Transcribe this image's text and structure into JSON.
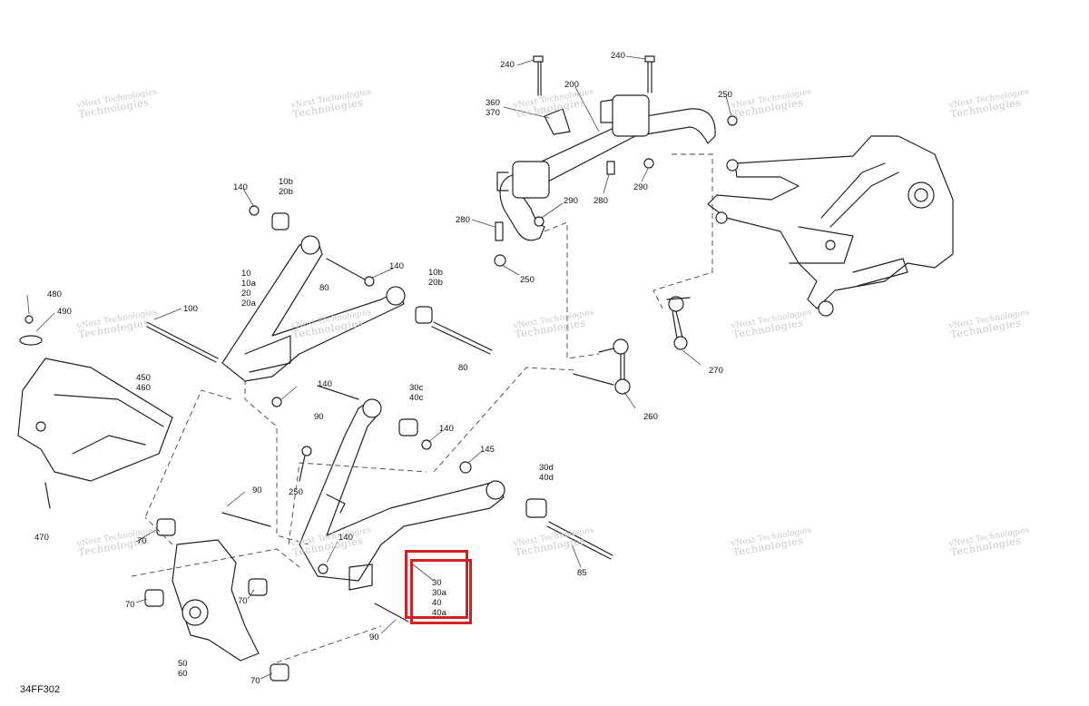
{
  "figure_code": "34FF302",
  "watermark": {
    "line1": "vNext Technologies",
    "line2": "Technologies"
  },
  "callouts": {
    "c240a": "240",
    "c240b": "240",
    "c200": "200",
    "c250a": "250",
    "c360": "360",
    "c370": "370",
    "c140a": "140",
    "c10b_a": "10b",
    "c20b_a": "20b",
    "c280a": "280",
    "c290a": "290",
    "c280b": "280",
    "c290b": "290",
    "c250b": "250",
    "c10": "10",
    "c10a": "10a",
    "c20": "20",
    "c20a": "20a",
    "c80a": "80",
    "c140b": "140",
    "c10b_b": "10b",
    "c20b_b": "20b",
    "c480": "480",
    "c490": "490",
    "c100": "100",
    "c450": "450",
    "c460": "460",
    "c80b": "80",
    "c140c": "140",
    "c90a": "90",
    "c30c": "30c",
    "c40c": "40c",
    "c140d": "140",
    "c260": "260",
    "c270": "270",
    "c145": "145",
    "c250c": "250",
    "c30d": "30d",
    "c40d": "40d",
    "c470": "470",
    "c90b": "90",
    "c70a": "70",
    "c140e": "140",
    "c85": "85",
    "c70b": "70",
    "c70c": "70",
    "c30": "30",
    "c30a": "30a",
    "c40": "40",
    "c40a": "40a",
    "c90c": "90",
    "c50": "50",
    "c60": "60",
    "c70d": "70"
  }
}
